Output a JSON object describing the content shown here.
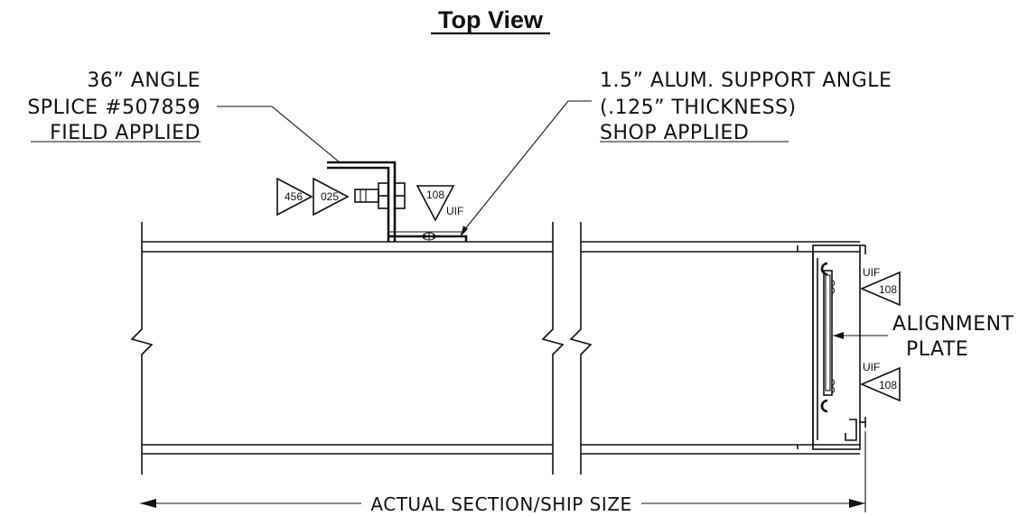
{
  "title": "Top View",
  "callouts": {
    "angle_splice": {
      "line1": "36” ANGLE",
      "line2": "SPLICE #507859",
      "line3": "FIELD APPLIED"
    },
    "support_angle": {
      "line1": "1.5” ALUM. SUPPORT ANGLE",
      "line2": "(.125” THICKNESS)",
      "line3": "SHOP APPLIED"
    },
    "alignment_plate": {
      "line1": "ALIGNMENT",
      "line2": "PLATE"
    },
    "dimension": "ACTUAL SECTION/SHIP SIZE"
  },
  "tags": {
    "tag_456": "456",
    "tag_025": "025",
    "tag_108_top": "108",
    "uif_top": "UIF",
    "uif_right_1": "UIF",
    "tag_108_right_1": "108",
    "uif_right_2": "UIF",
    "tag_108_right_2": "108"
  }
}
